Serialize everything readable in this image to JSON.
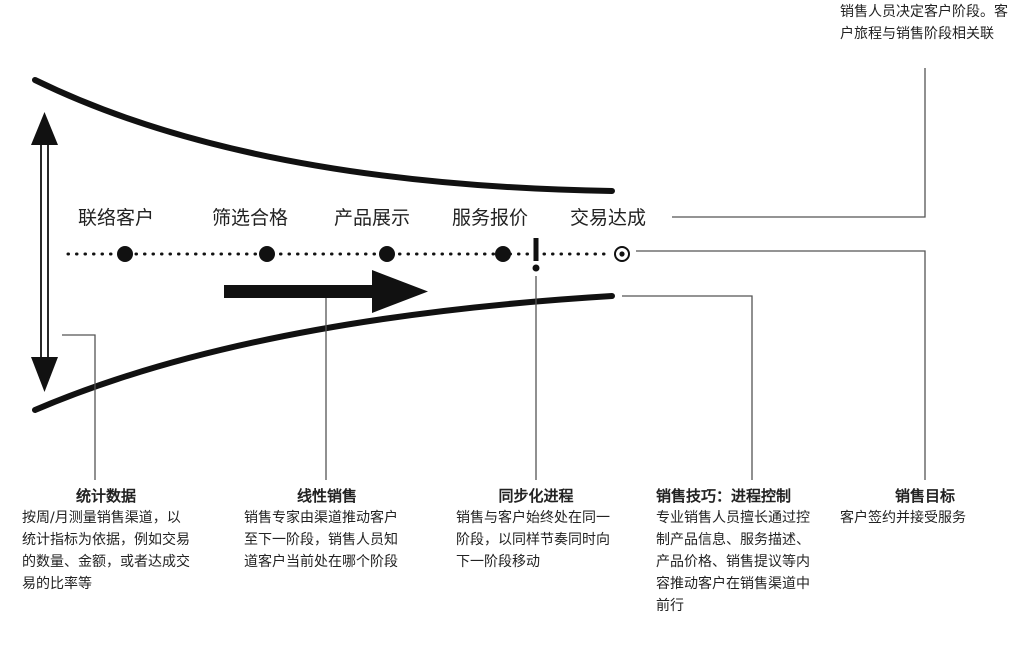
{
  "stages": [
    "联络客户",
    "筛选合格",
    "产品展示",
    "服务报价",
    "交易达成"
  ],
  "top_note": "销售人员决定客户阶段。客户旅程与销售阶段相关联",
  "notes": [
    {
      "title": "统计数据",
      "body": "按周/月测量销售渠道，以统计指标为依据，例如交易的数量、金额，或者达成交易的比率等"
    },
    {
      "title": "线性销售",
      "body": "销售专家由渠道推动客户至下一阶段，销售人员知道客户当前处在哪个阶段"
    },
    {
      "title": "同步化进程",
      "body": "销售与客户始终处在同一阶段，以同样节奏同时向下一阶段移动"
    },
    {
      "title": "销售技巧：进程控制",
      "body": "专业销售人员擅长通过控制产品信息、服务描述、产品价格、销售提议等内容推动客户在销售渠道中前行"
    },
    {
      "title": "销售目标",
      "body": "客户签约并接受服务"
    }
  ],
  "colors": {
    "ink": "#111111",
    "line": "#555555"
  }
}
